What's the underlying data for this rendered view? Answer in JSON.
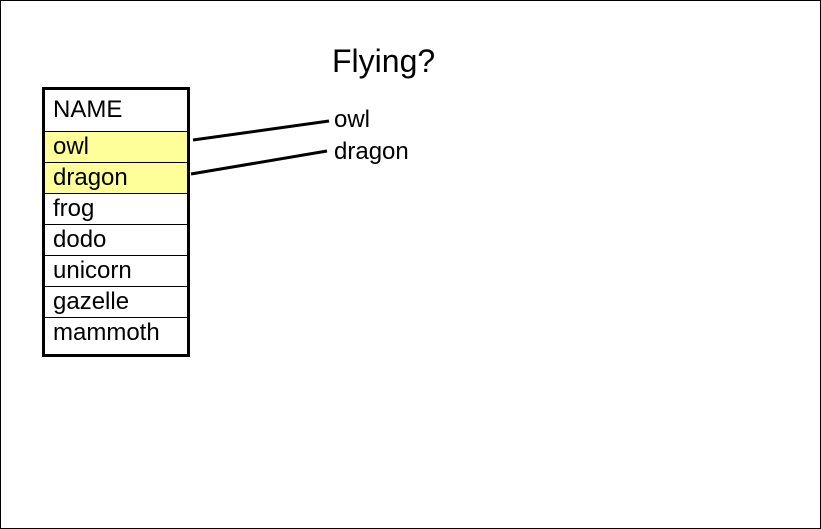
{
  "title": "Flying?",
  "table": {
    "header": "NAME",
    "rows": [
      {
        "label": "owl",
        "highlighted": true
      },
      {
        "label": "dragon",
        "highlighted": true
      },
      {
        "label": "frog",
        "highlighted": false
      },
      {
        "label": "dodo",
        "highlighted": false
      },
      {
        "label": "unicorn",
        "highlighted": false
      },
      {
        "label": "gazelle",
        "highlighted": false
      },
      {
        "label": "mammoth",
        "highlighted": false
      }
    ]
  },
  "results": [
    "owl",
    "dragon"
  ],
  "colors": {
    "highlight": "#ffff99",
    "line": "#000000",
    "background": "#ffffff"
  }
}
